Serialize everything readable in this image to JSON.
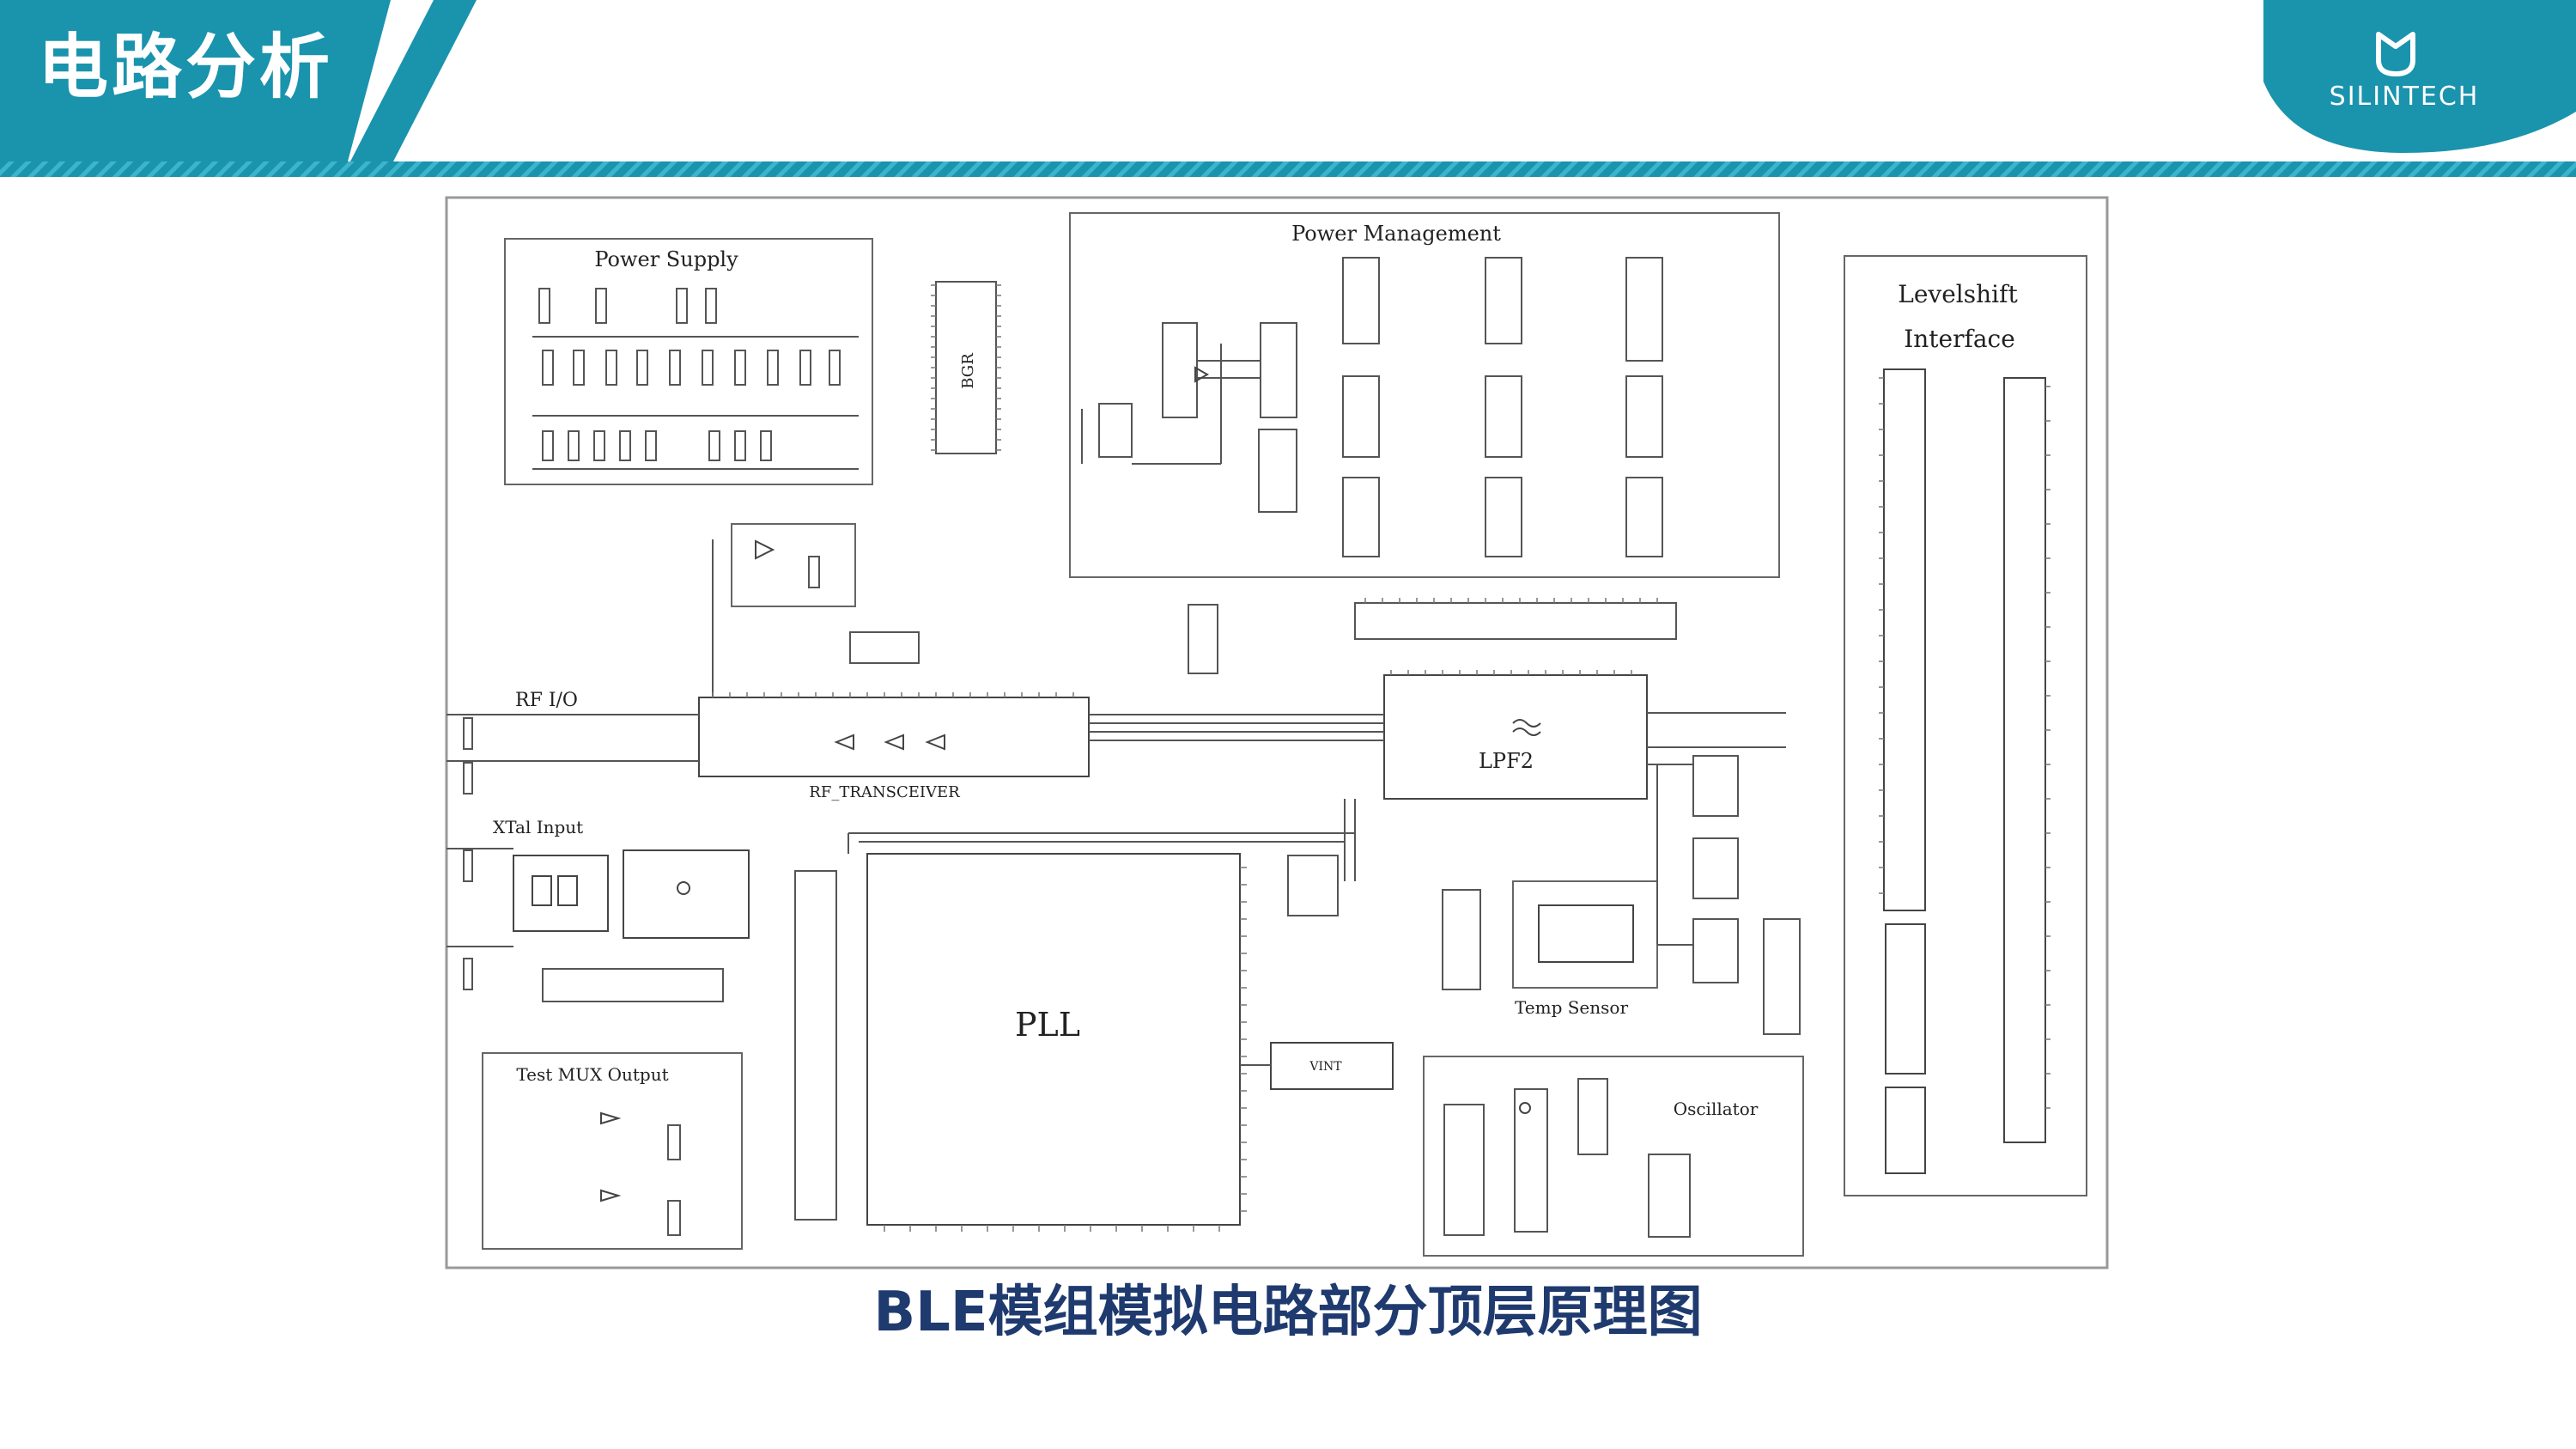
{
  "header": {
    "title": "电路分析",
    "brand": "SILINTECH",
    "colors": {
      "teal": "#1a93ad",
      "teal_light": "#2aa7bf",
      "caption": "#1f3a6e"
    }
  },
  "diagram": {
    "blocks": {
      "power_supply": "Power Supply",
      "bgr": "BGR",
      "power_management": "Power Management",
      "levelshift_line1": "Levelshift",
      "levelshift_line2": "Interface",
      "rf_io": "RF I/O",
      "rf_transceiver": "RF_TRANSCEIVER",
      "lpf2": "LPF2",
      "xtal_input": "XTal Input",
      "pll": "PLL",
      "temp_sensor": "Temp Sensor",
      "oscillator": "Oscillator",
      "test_mux": "Test MUX Output",
      "vint": "VINT"
    }
  },
  "caption": "BLE模组模拟电路部分顶层原理图"
}
